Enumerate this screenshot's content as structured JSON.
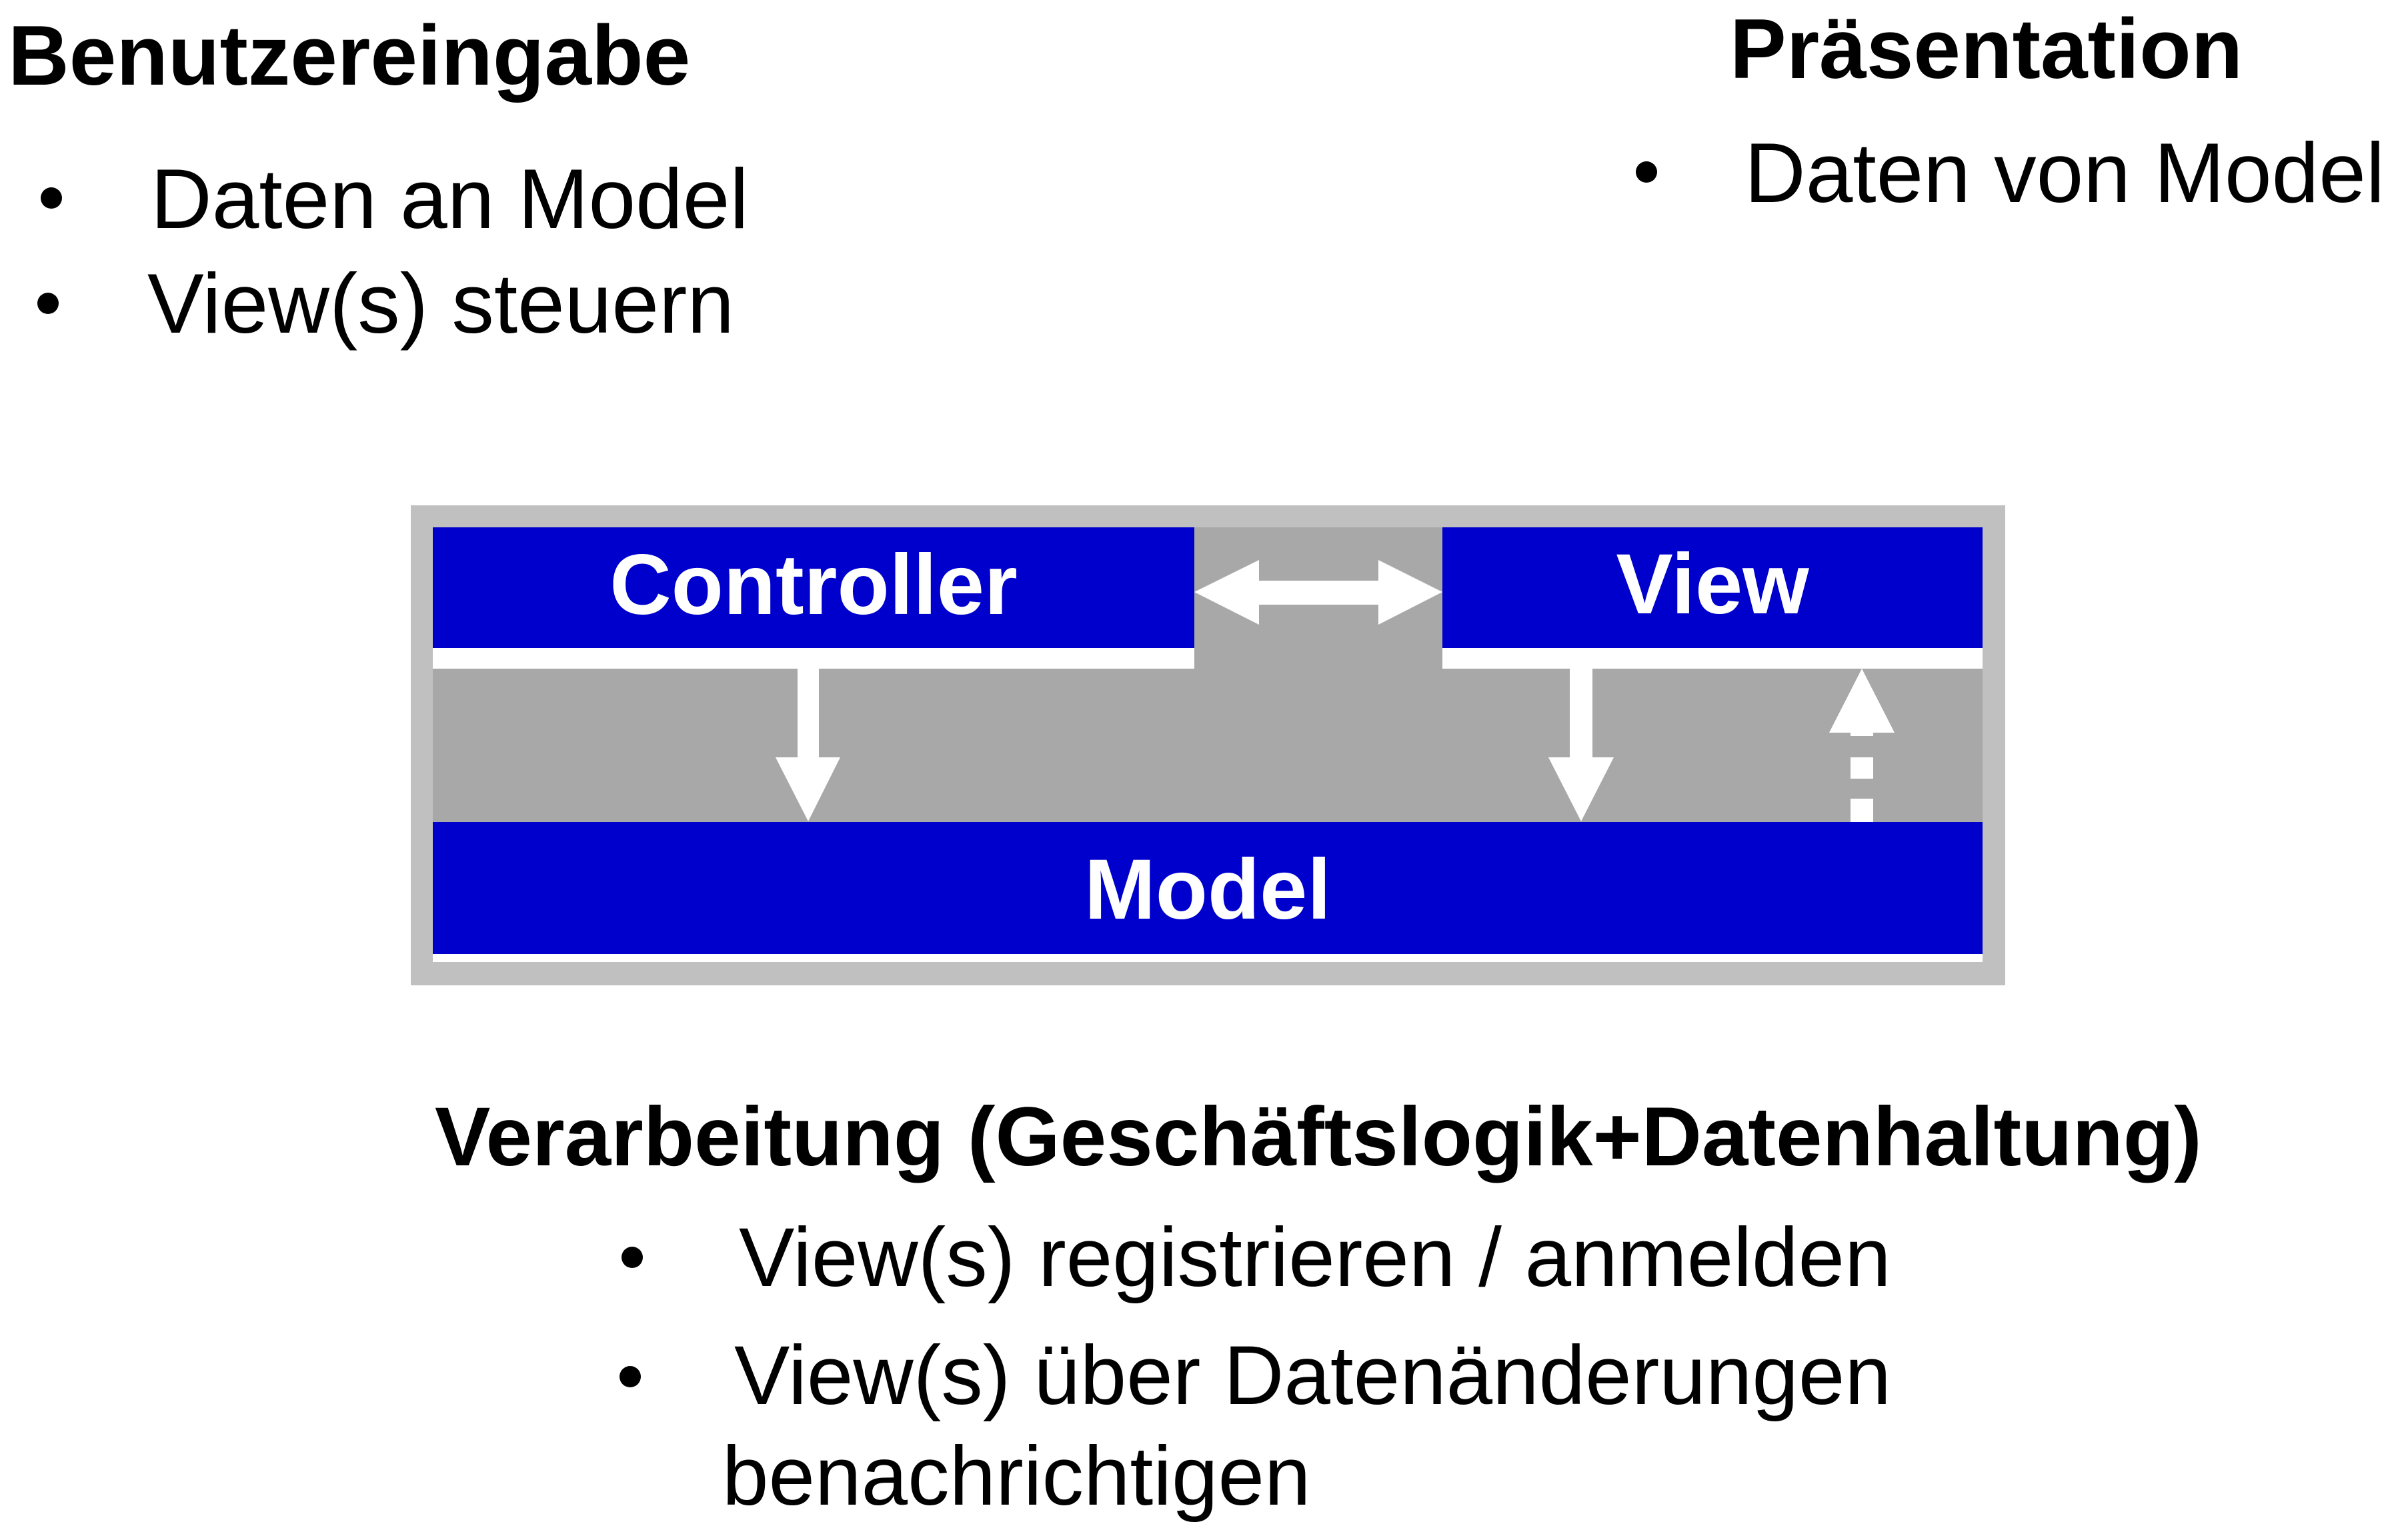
{
  "input_section": {
    "title": "Benutzereingabe",
    "items": [
      "Daten an Model",
      "View(s) steuern"
    ]
  },
  "presentation_section": {
    "title": "Präsentation",
    "items": [
      "Daten von Model"
    ]
  },
  "diagram": {
    "controller_label": "Controller",
    "view_label": "View",
    "model_label": "Model",
    "colors": {
      "component": "#0000cc",
      "frame_outer": "#c0c0c0",
      "frame_inner": "#a8a8a8",
      "arrows": "#ffffff"
    },
    "relations": [
      {
        "from": "Controller",
        "to": "View",
        "type": "bidirectional"
      },
      {
        "from": "Controller",
        "to": "Model",
        "type": "solid"
      },
      {
        "from": "View",
        "to": "Model",
        "type": "solid"
      },
      {
        "from": "Model",
        "to": "View",
        "type": "dashed"
      }
    ]
  },
  "processing_section": {
    "title": "Verarbeitung (Geschäftslogik+Datenhaltung)",
    "items": [
      "View(s) registrieren / anmelden",
      "View(s) über Datenänderungen"
    ],
    "item2_continuation": "benachrichtigen"
  }
}
